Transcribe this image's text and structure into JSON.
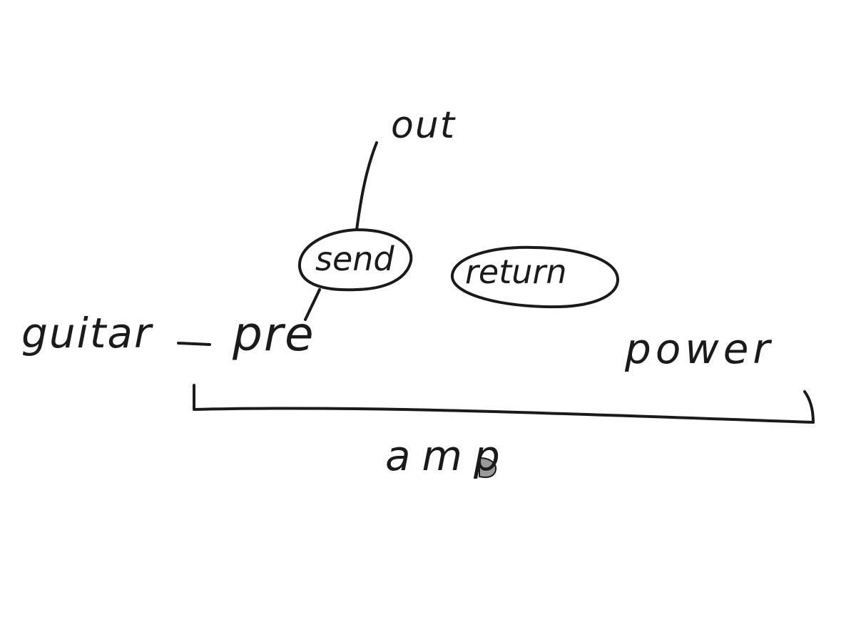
{
  "diagram": {
    "nodes": [
      {
        "id": "guitar",
        "label": "guitar"
      },
      {
        "id": "pre",
        "label": "pre"
      },
      {
        "id": "send",
        "label": "send",
        "shape": "ellipse"
      },
      {
        "id": "out",
        "label": "out"
      },
      {
        "id": "return",
        "label": "return",
        "shape": "ellipse"
      },
      {
        "id": "power",
        "label": "power"
      },
      {
        "id": "amp",
        "label": "amp",
        "role": "bracket-label"
      }
    ],
    "edges": [
      {
        "from": "guitar",
        "to": "pre"
      },
      {
        "from": "pre",
        "to": "send"
      },
      {
        "from": "send",
        "to": "out"
      }
    ],
    "groups": [
      {
        "label_ref": "amp",
        "spans": [
          "pre",
          "power"
        ],
        "style": "bracket-below"
      }
    ],
    "colors": {
      "ink": "#1a1a1a",
      "background": "#ffffff",
      "marker_fill": "#9a9a9a"
    }
  }
}
